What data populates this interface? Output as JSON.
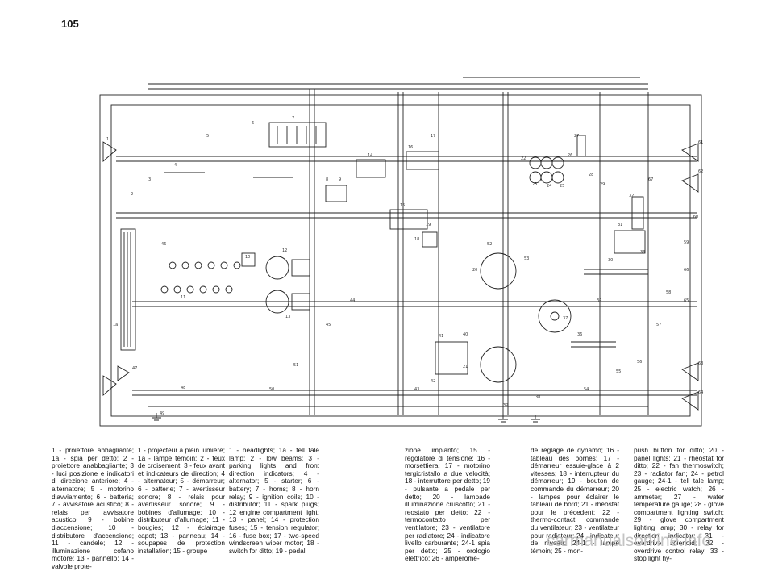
{
  "page": {
    "number": "105"
  },
  "captions": [
    "1 - proiettore abbagliante; 1a - spia per detto; 2 - proiettore anabbagliante; 3 - luci posizione e indicatori di direzione anteriore; 4 - alternatore; 5 - motorino d'avviamento; 6 - batteria; 7 - avvisatore acustico; 8 - relais per avvisatore acustico; 9 - bobine d'accensione; 10 - distributore d'accensione; 11 - candele; 12 - illuminazione cofano motore; 13 - pannello; 14 - valvole prote-",
    "1 - projecteur à plein lumière; 1a - lampe témoin; 2 - feux de croisement; 3 - feux avant et indicateurs de direction; 4 - alternateur; 5 - démarreur; 6 - batterie; 7 - avertisseur sonore; 8 - relais pour avertisseur sonore; 9 - bobines d'allumage; 10 - distributeur d'allumage; 11 - bougies; 12 - éclairage capot; 13 - panneau; 14 - soupapes de protection installation; 15 - groupe",
    "1 - headlights; 1a - tell tale lamp; 2 - low beams; 3 - parking lights and front direction indicators; 4 - alternator; 5 - starter; 6 - battery; 7 - horns; 8 - horn relay; 9 - ignition coils; 10 - distributor; 11 - spark plugs; 12 engine compartment light; 13 - panel; 14 - protection fuses; 15 - tension regulator; 16 - fuse box; 17 - two-speed windscreen wiper motor; 18 - switch for ditto; 19 - pedal",
    "zione impianto; 15 - regolatore di tensione; 16 - morsettiera; 17 - motorino tergicristallo a due velocità; 18 - interruttore per detto; 19 - pulsante a pedale per detto; 20 - lampade illuminazione cruscotto; 21 - reostato per detto; 22 - termocontatto per ventilatore; 23 - ventilatore per radiatore; 24 - indicatore livello carburante; 24-1 spia per detto; 25 - orologio elettrico; 26 - amperome-",
    "de réglage de dynamo; 16 - tableau des bornes; 17 - démarreur essuie-glace à 2 vitesses; 18 - interrupteur du démarreur; 19 - bouton de commande du démarreur; 20 - lampes pour éclairer le tableau de bord; 21 - rhéostat pour le précedent; 22 - thermo-contact commande du ventilateur; 23 - ventilateur pour radiateur; 24 - indicateur de niveau; 24-1 - lampe témoin; 25 - mon-",
    "push button for ditto; 20 - panel lights; 21 - rheostat for ditto; 22 - fan thermoswitch; 23 - radiator fan; 24 - petrol gauge; 24-1 - tell tale lamp; 25 - electric watch; 26 - ammeter; 27 - water temperature gauge; 28 - glove compartment lighting switch; 29 - glove compartment lighting lamp; 30 - relay for direction indicator; 31 - overdrive solenoid; 32 - overdrive control relay; 33 - stop light hy-"
  ],
  "diagram": {
    "labels": [
      "1",
      "1a",
      "2",
      "3",
      "4",
      "5",
      "6",
      "7",
      "8",
      "9",
      "10",
      "11",
      "12",
      "13",
      "14",
      "15",
      "16",
      "17",
      "18",
      "19",
      "20",
      "21",
      "22",
      "23",
      "24",
      "25",
      "26",
      "27",
      "28",
      "29",
      "30",
      "31",
      "32",
      "33",
      "34",
      "36",
      "37",
      "38",
      "39",
      "40",
      "41",
      "42",
      "43",
      "44",
      "45",
      "46",
      "47",
      "48",
      "49",
      "50",
      "51",
      "52",
      "53",
      "54",
      "55",
      "56",
      "57",
      "58",
      "59",
      "60",
      "61",
      "62",
      "63",
      "64",
      "65",
      "66",
      "67"
    ]
  },
  "watermark": "carmanualsonline.info"
}
